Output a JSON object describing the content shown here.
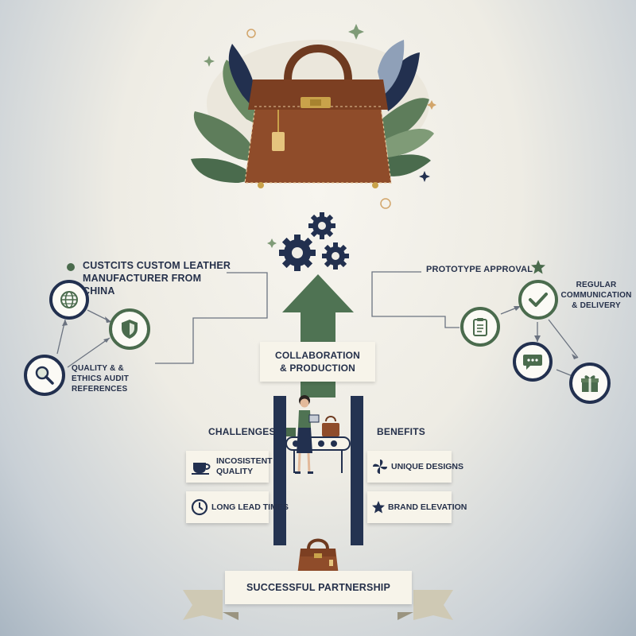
{
  "left_title": "CUSTCITS CUSTOM LEATHER MANUFACTURER FROM CHINA",
  "left_subtitle": "QUALITY & & ETHICS AUDIT REFERENCES",
  "right_title": "PROTOTYPE APPROVAL",
  "right_subtitle": "REGULAR COMMUNICATION & DELIVERY",
  "center_label": "COLLABORATION & PRODUCTION",
  "challenges": {
    "header": "CHALLENGES",
    "items": [
      "INCOSISTENT QUALITY",
      "LONG LEAD TIMES"
    ]
  },
  "benefits": {
    "header": "BENEFITS",
    "items": [
      "UNIQUE DESIGNS",
      "BRAND ELEVATION"
    ]
  },
  "banner": "SUCCESSFUL PARTNERSHIP",
  "colors": {
    "navy": "#22304f",
    "green": "#4a6b4d",
    "leather": "#8f4c2a",
    "cream": "#f7f4ea"
  },
  "icons": [
    "globe-icon",
    "shield-icon",
    "magnifier-icon",
    "checkmark-icon",
    "clipboard-icon",
    "chat-icon",
    "gift-icon",
    "gears-icon",
    "teacup-icon",
    "clock-icon",
    "pinwheel-icon",
    "star-icon"
  ]
}
